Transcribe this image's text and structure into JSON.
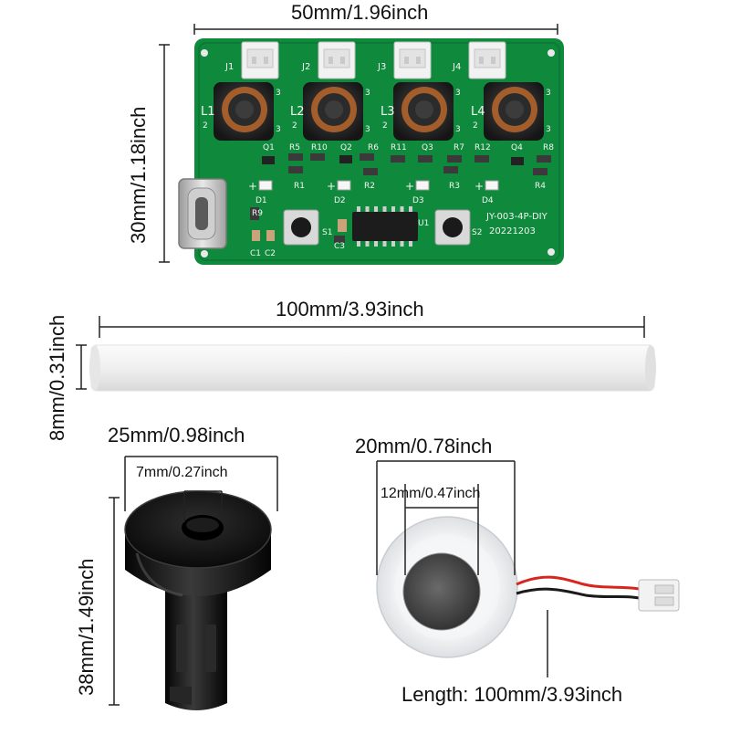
{
  "colors": {
    "pcb": "#0f8a3c",
    "pcb_dark": "#0a6a2c",
    "silkscreen": "#f4f4f4",
    "inductor": "#2b2b2b",
    "copper": "#b8662b",
    "connector": "#f2f2f2",
    "chip": "#1c1c1c",
    "led": "#f6f6f6",
    "cotton_stick": "#f3f3f3",
    "holder_black": "#111111",
    "membrane_ring": "#eef0f2",
    "membrane_disc": "#4a4a4a",
    "wire_red": "#d8261e",
    "wire_black": "#1a1a1a",
    "dimension_line": "#222222"
  },
  "pcb": {
    "connectors": [
      "J1",
      "J2",
      "J3",
      "J4"
    ],
    "inductors": [
      "L1",
      "L2",
      "L3",
      "L4"
    ],
    "transistors": [
      "Q1",
      "Q2",
      "Q3",
      "Q4"
    ],
    "resistors_top": [
      "R5",
      "R10",
      "R6",
      "R11",
      "R7",
      "R12",
      "R8"
    ],
    "resistors_mid": [
      "R1",
      "R2",
      "R3",
      "R4"
    ],
    "leds": [
      "D1",
      "D2",
      "D3",
      "D4"
    ],
    "misc_labels": {
      "r9": "R9",
      "c1": "C1",
      "c2": "C2",
      "s1": "S1",
      "s2": "S2",
      "c3": "C3",
      "u1": "U1",
      "model": "JY-003-4P-DIY",
      "date": "20221203"
    },
    "plus_sign": "+"
  },
  "dimensions": {
    "pcb_width": "50mm/1.96inch",
    "pcb_height": "30mm/1.18inch",
    "stick_length": "100mm/3.93inch",
    "stick_diameter": "8mm/0.31inch",
    "holder_diameter": "25mm/0.98inch",
    "holder_hole": "7mm/0.27inch",
    "holder_height": "38mm/1.49inch",
    "membrane_diameter": "20mm/0.78inch",
    "membrane_inner": "12mm/0.47inch",
    "wire_length": "Length: 100mm/3.93inch"
  },
  "icons": {
    "usb_port": "usb-c-port-icon",
    "button": "tactile-button-icon"
  }
}
